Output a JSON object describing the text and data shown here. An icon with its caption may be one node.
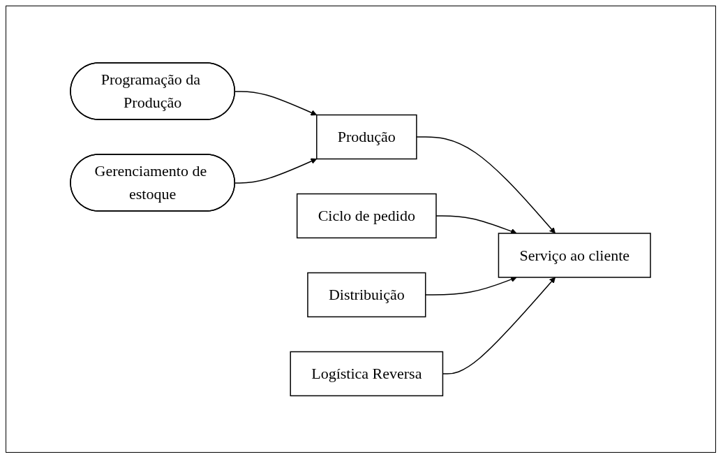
{
  "diagram": {
    "nodes": [
      {
        "text": [
          "Ciclo de pedido"
        ]
      },
      {
        "text": [
          "Programação da Produção"
        ]
      },
      {
        "text": [
          "Produção"
        ]
      },
      {
        "text": [
          "Serviço ao cliente"
        ]
      },
      {
        "text": [
          "Distribuição"
        ]
      },
      {
        "text": [
          "Gerenciamento de estoque"
        ]
      },
      {
        "text": [
          "Logística Reversa"
        ]
      }
    ],
    "edges": [
      {
        "from": 1,
        "to": 2,
        "arrow": "to"
      },
      {
        "from": 5,
        "to": 2,
        "arrow": "to"
      },
      {
        "from": 2,
        "to": 3,
        "arrow": "to"
      },
      {
        "from": 0,
        "to": 3,
        "arrow": "to"
      },
      {
        "from": 4,
        "to": 3,
        "arrow": "to"
      },
      {
        "from": 6,
        "to": 3,
        "arrow": "to"
      }
    ]
  }
}
